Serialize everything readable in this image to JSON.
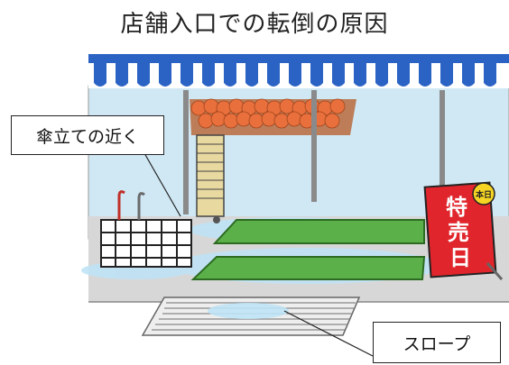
{
  "title": "店舗入口での転倒の原因",
  "callouts": {
    "umbrella": "傘立ての近く",
    "slope": "スロープ"
  },
  "sign": {
    "badge": "本日",
    "line1": "特",
    "line2": "売",
    "line3": "日"
  },
  "colors": {
    "awning_blue": "#2a63c4",
    "mat_green": "#5cb04a",
    "sign_red": "#e0262c",
    "water": "#bfe3f5",
    "floor": "#d7d7d7"
  }
}
